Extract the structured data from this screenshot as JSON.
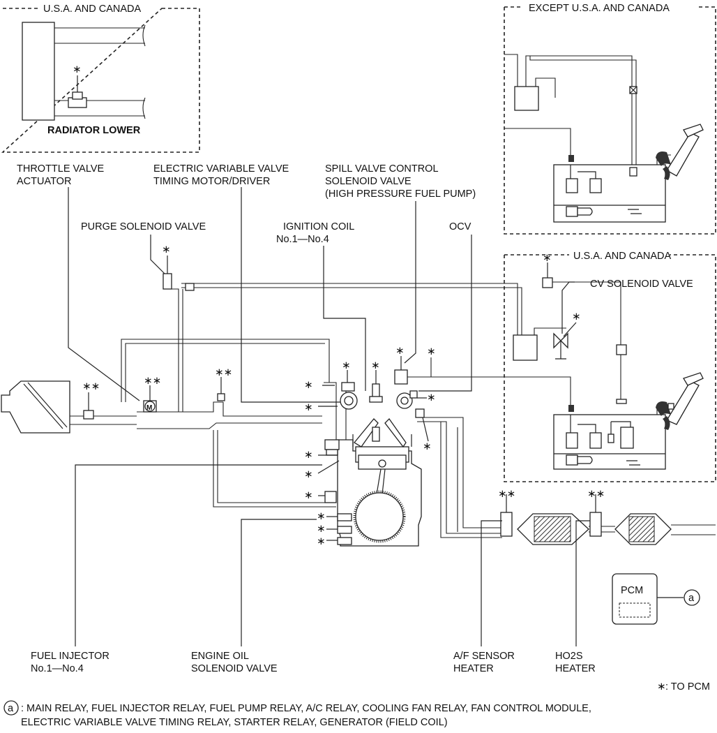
{
  "regions": {
    "usa_canada_radiator": "U.S.A. AND CANADA",
    "except_usa_canada": "EXCEPT U.S.A. AND CANADA",
    "usa_canada_tank": "U.S.A. AND CANADA"
  },
  "labels": {
    "radiator_lower": "RADIATOR LOWER",
    "throttle_valve_1": "THROTTLE VALVE",
    "throttle_valve_2": "ACTUATOR",
    "evvt_1": "ELECTRIC VARIABLE VALVE",
    "evvt_2": "TIMING MOTOR/DRIVER",
    "spill_1": "SPILL VALVE CONTROL",
    "spill_2": "SOLENOID VALVE",
    "spill_3": "(HIGH PRESSURE FUEL PUMP)",
    "purge": "PURGE SOLENOID VALVE",
    "ignition_1": "IGNITION COIL",
    "ignition_2": "No.1—No.4",
    "ocv": "OCV",
    "cv_solenoid": "CV SOLENOID VALVE",
    "fuel_injector_1": "FUEL INJECTOR",
    "fuel_injector_2": "No.1—No.4",
    "engine_oil_1": "ENGINE OIL",
    "engine_oil_2": "SOLENOID VALVE",
    "af_sensor_1": "A/F SENSOR",
    "af_sensor_2": "HEATER",
    "ho2s_1": "HO2S",
    "ho2s_2": "HEATER",
    "pcm": "PCM",
    "motor_symbol": "M"
  },
  "legend": {
    "asterisk_symbol": "∗",
    "double_asterisk": "∗∗",
    "to_pcm": ": TO PCM",
    "circle_a": "a",
    "note_line_1": ": MAIN RELAY, FUEL INJECTOR RELAY, FUEL PUMP RELAY, A/C RELAY, COOLING FAN RELAY, FAN CONTROL MODULE,",
    "note_line_2": "ELECTRIC VARIABLE VALVE TIMING RELAY, STARTER RELAY, GENERATOR (FIELD COIL)"
  }
}
